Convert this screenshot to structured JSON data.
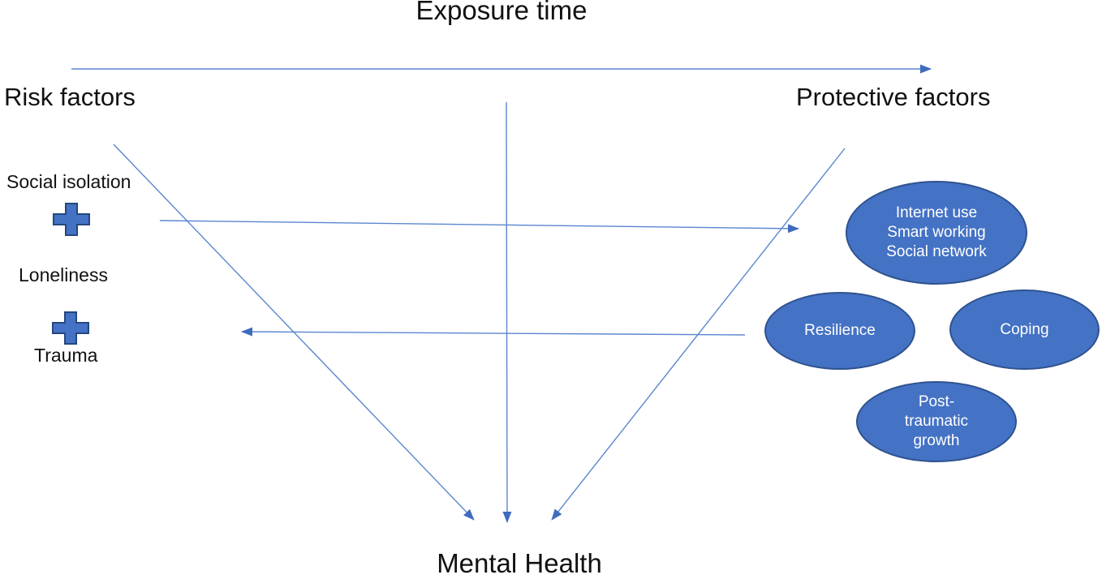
{
  "diagram": {
    "title": "Exposure time",
    "outcome": "Mental Health",
    "risk": {
      "header": "Risk factors",
      "items": [
        "Social isolation",
        "Loneliness",
        "Trauma"
      ]
    },
    "protective": {
      "header": "Protective factors",
      "ellipses": [
        {
          "label": "Internet use\nSmart working\nSocial network"
        },
        {
          "label": "Resilience"
        },
        {
          "label": "Coping"
        },
        {
          "label": "Post-\ntraumatic\ngrowth"
        }
      ]
    },
    "icons": {
      "plus": "plus-icon"
    },
    "colors": {
      "ellipse_fill": "#4472C4",
      "ellipse_border": "#2F528F",
      "arrow_line": "#5B86CF",
      "arrow_head": "#3F6BBE",
      "plus_fill": "#4472C4",
      "plus_border": "#24477F",
      "text": "#111111"
    }
  }
}
